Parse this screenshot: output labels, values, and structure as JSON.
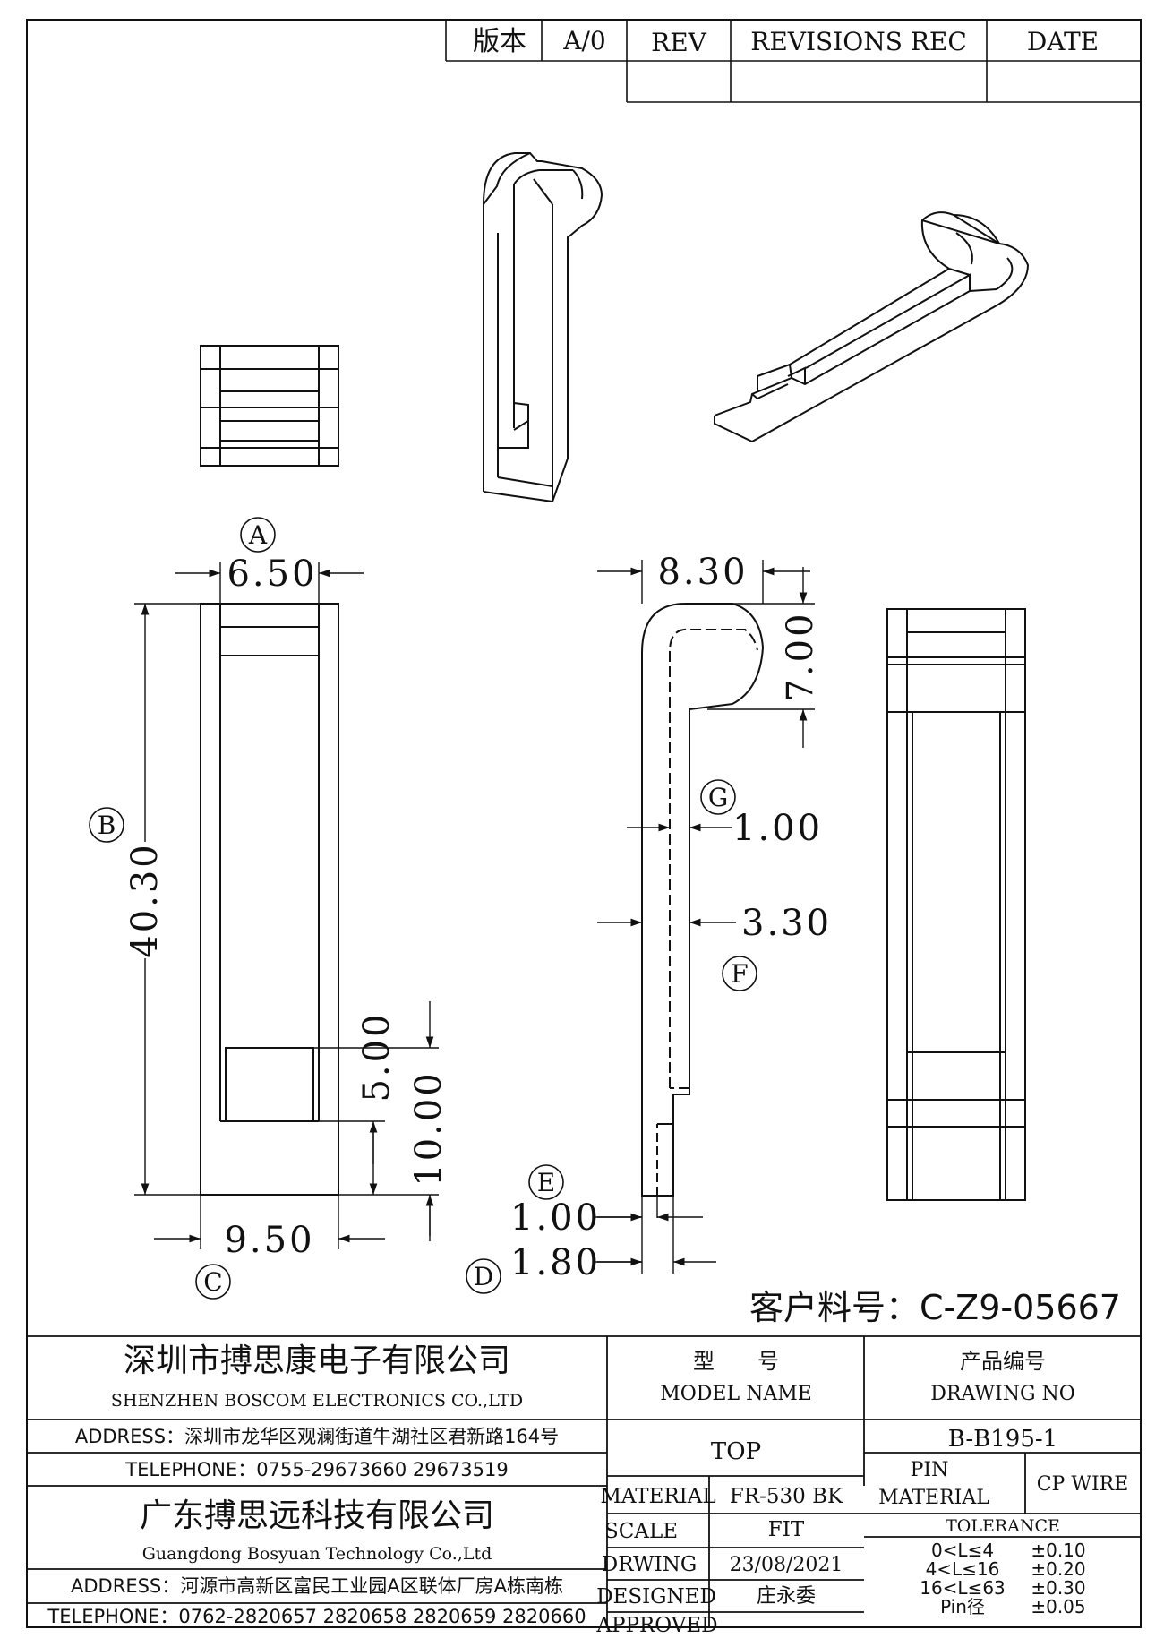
{
  "revision_block": {
    "version_label": "版本",
    "version_value": "A/0",
    "rev_header": "REV",
    "revisions_header": "REVISIONS REC",
    "date_header": "DATE"
  },
  "dimensions": {
    "a_width": "6.50",
    "b_height": "40.30",
    "c_width": "9.50",
    "slot_5": "5.00",
    "base_10": "10.00",
    "top_width": "8.30",
    "head_height": "7.00",
    "g_thickness": "1.00",
    "f_thickness": "3.30",
    "e_pin": "1.00",
    "d_pin": "1.80"
  },
  "callouts": {
    "A": "A",
    "B": "B",
    "C": "C",
    "D": "D",
    "E": "E",
    "F": "F",
    "G": "G"
  },
  "customer_part": "客户料号：C-Z9-05667",
  "title_block": {
    "company1_cn": "深圳市搏思康电子有限公司",
    "company1_en": "SHENZHEN BOSCOM ELECTRONICS CO.,LTD",
    "address1": "ADDRESS：深圳市龙华区观澜街道牛湖社区君新路164号",
    "telephone1": "TELEPHONE：0755-29673660 29673519",
    "company2_cn": "广东搏思远科技有限公司",
    "company2_en": "Guangdong Bosyuan Technology Co.,Ltd",
    "address2": "ADDRESS：河源市高新区富民工业园A区联体厂房A栋南栋",
    "telephone2": "TELEPHONE：0762-2820657 2820658 2820659 2820660",
    "model_cn": "型　　号",
    "model_en": "MODEL NAME",
    "model_value": "TOP",
    "drawing_cn": "产品编号",
    "drawing_en": "DRAWING NO",
    "drawing_value": "B-B195-1",
    "material_label": "MATERIAL",
    "material_value": "FR-530 BK",
    "pin_material_label1": "PIN",
    "pin_material_label2": "MATERIAL",
    "pin_material_value": "CP WIRE",
    "scale_label": "SCALE",
    "scale_value": "FIT",
    "tolerance_label": "TOLERANCE",
    "drawing_label": "DRWING",
    "drawing_date": "23/08/2021",
    "designed_label": "DESIGNED",
    "designed_value": "庄永委",
    "approved_label": "APPROVED",
    "approved_value": "",
    "tolerances": [
      {
        "range": "0<L≤4",
        "value": "±0.10"
      },
      {
        "range": "4<L≤16",
        "value": "±0.20"
      },
      {
        "range": "16<L≤63",
        "value": "±0.30"
      },
      {
        "range": "Pin径",
        "value": "±0.05"
      }
    ]
  }
}
